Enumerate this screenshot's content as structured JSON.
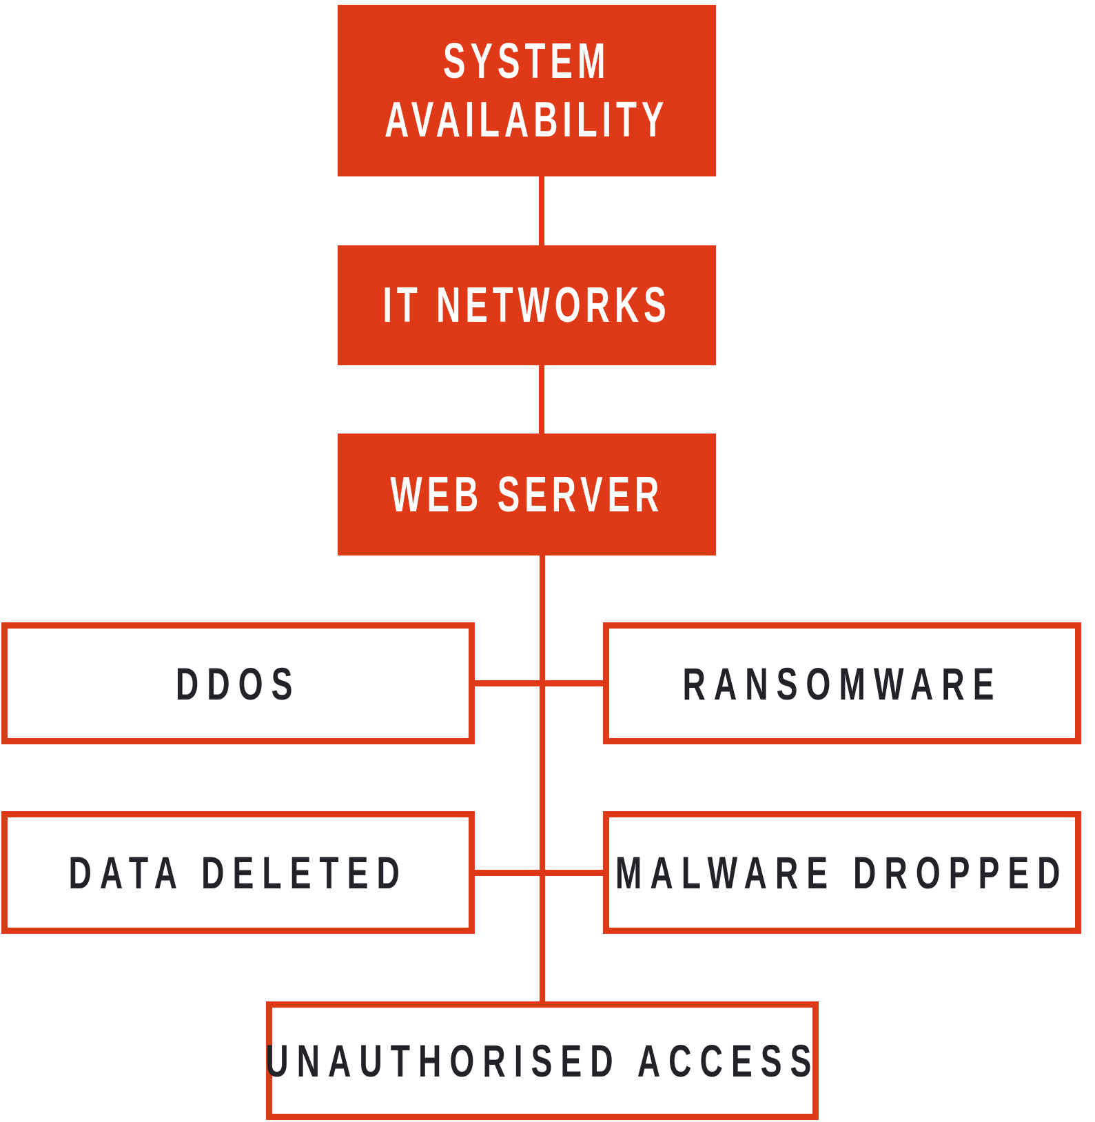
{
  "colors": {
    "accent_red": "#E03918",
    "label_dark": "#232228",
    "label_light": "#FFFFFF",
    "background": "#FFFFFF"
  },
  "diagram": {
    "type": "flowchart",
    "nodes": {
      "system_availability": {
        "lines": [
          "SYSTEM",
          "AVAILABILITY"
        ],
        "style": "filled"
      },
      "it_networks": {
        "label": "IT NETWORKS",
        "style": "filled"
      },
      "web_server": {
        "label": "WEB SERVER",
        "style": "filled"
      },
      "ddos": {
        "label": "DDOS",
        "style": "outlined"
      },
      "ransomware": {
        "label": "RANSOMWARE",
        "style": "outlined"
      },
      "data_deleted": {
        "label": "DATA DELETED",
        "style": "outlined"
      },
      "malware_dropped": {
        "label": "MALWARE DROPPED",
        "style": "outlined"
      },
      "unauthorised_access": {
        "label": "UNAUTHORISED ACCESS",
        "style": "outlined"
      }
    }
  }
}
